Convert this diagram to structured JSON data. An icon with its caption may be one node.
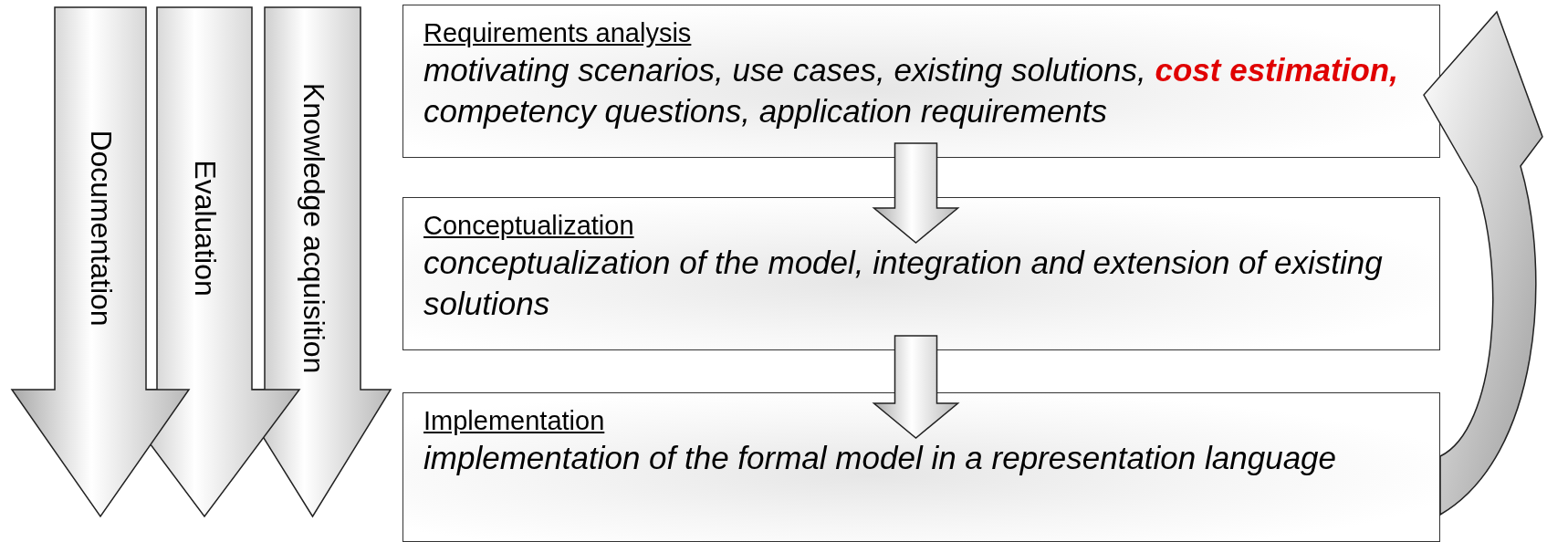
{
  "diagram": {
    "nodes": [
      {
        "text": [
          "Documentation"
        ]
      },
      {
        "text": [
          "Evaluation"
        ]
      },
      {
        "text": [
          "Knowledge acquisition"
        ]
      },
      {
        "text": [
          "Requirements analysis",
          "motivating scenarios, use cases, existing solutions, **cost estimation,** competency questions, application requirements"
        ]
      },
      {
        "text": [
          "Conceptualization",
          "conceptualization of the model, integration and extension of existing solutions"
        ]
      },
      {
        "text": [
          "Implementation",
          "implementation of the formal model in a representation language"
        ]
      }
    ],
    "edges": [
      {
        "from": 3,
        "to": 4,
        "arrow": "to"
      },
      {
        "from": 4,
        "to": 5,
        "arrow": "to"
      },
      {
        "from": 5,
        "to": 3,
        "arrow": "to"
      }
    ]
  }
}
